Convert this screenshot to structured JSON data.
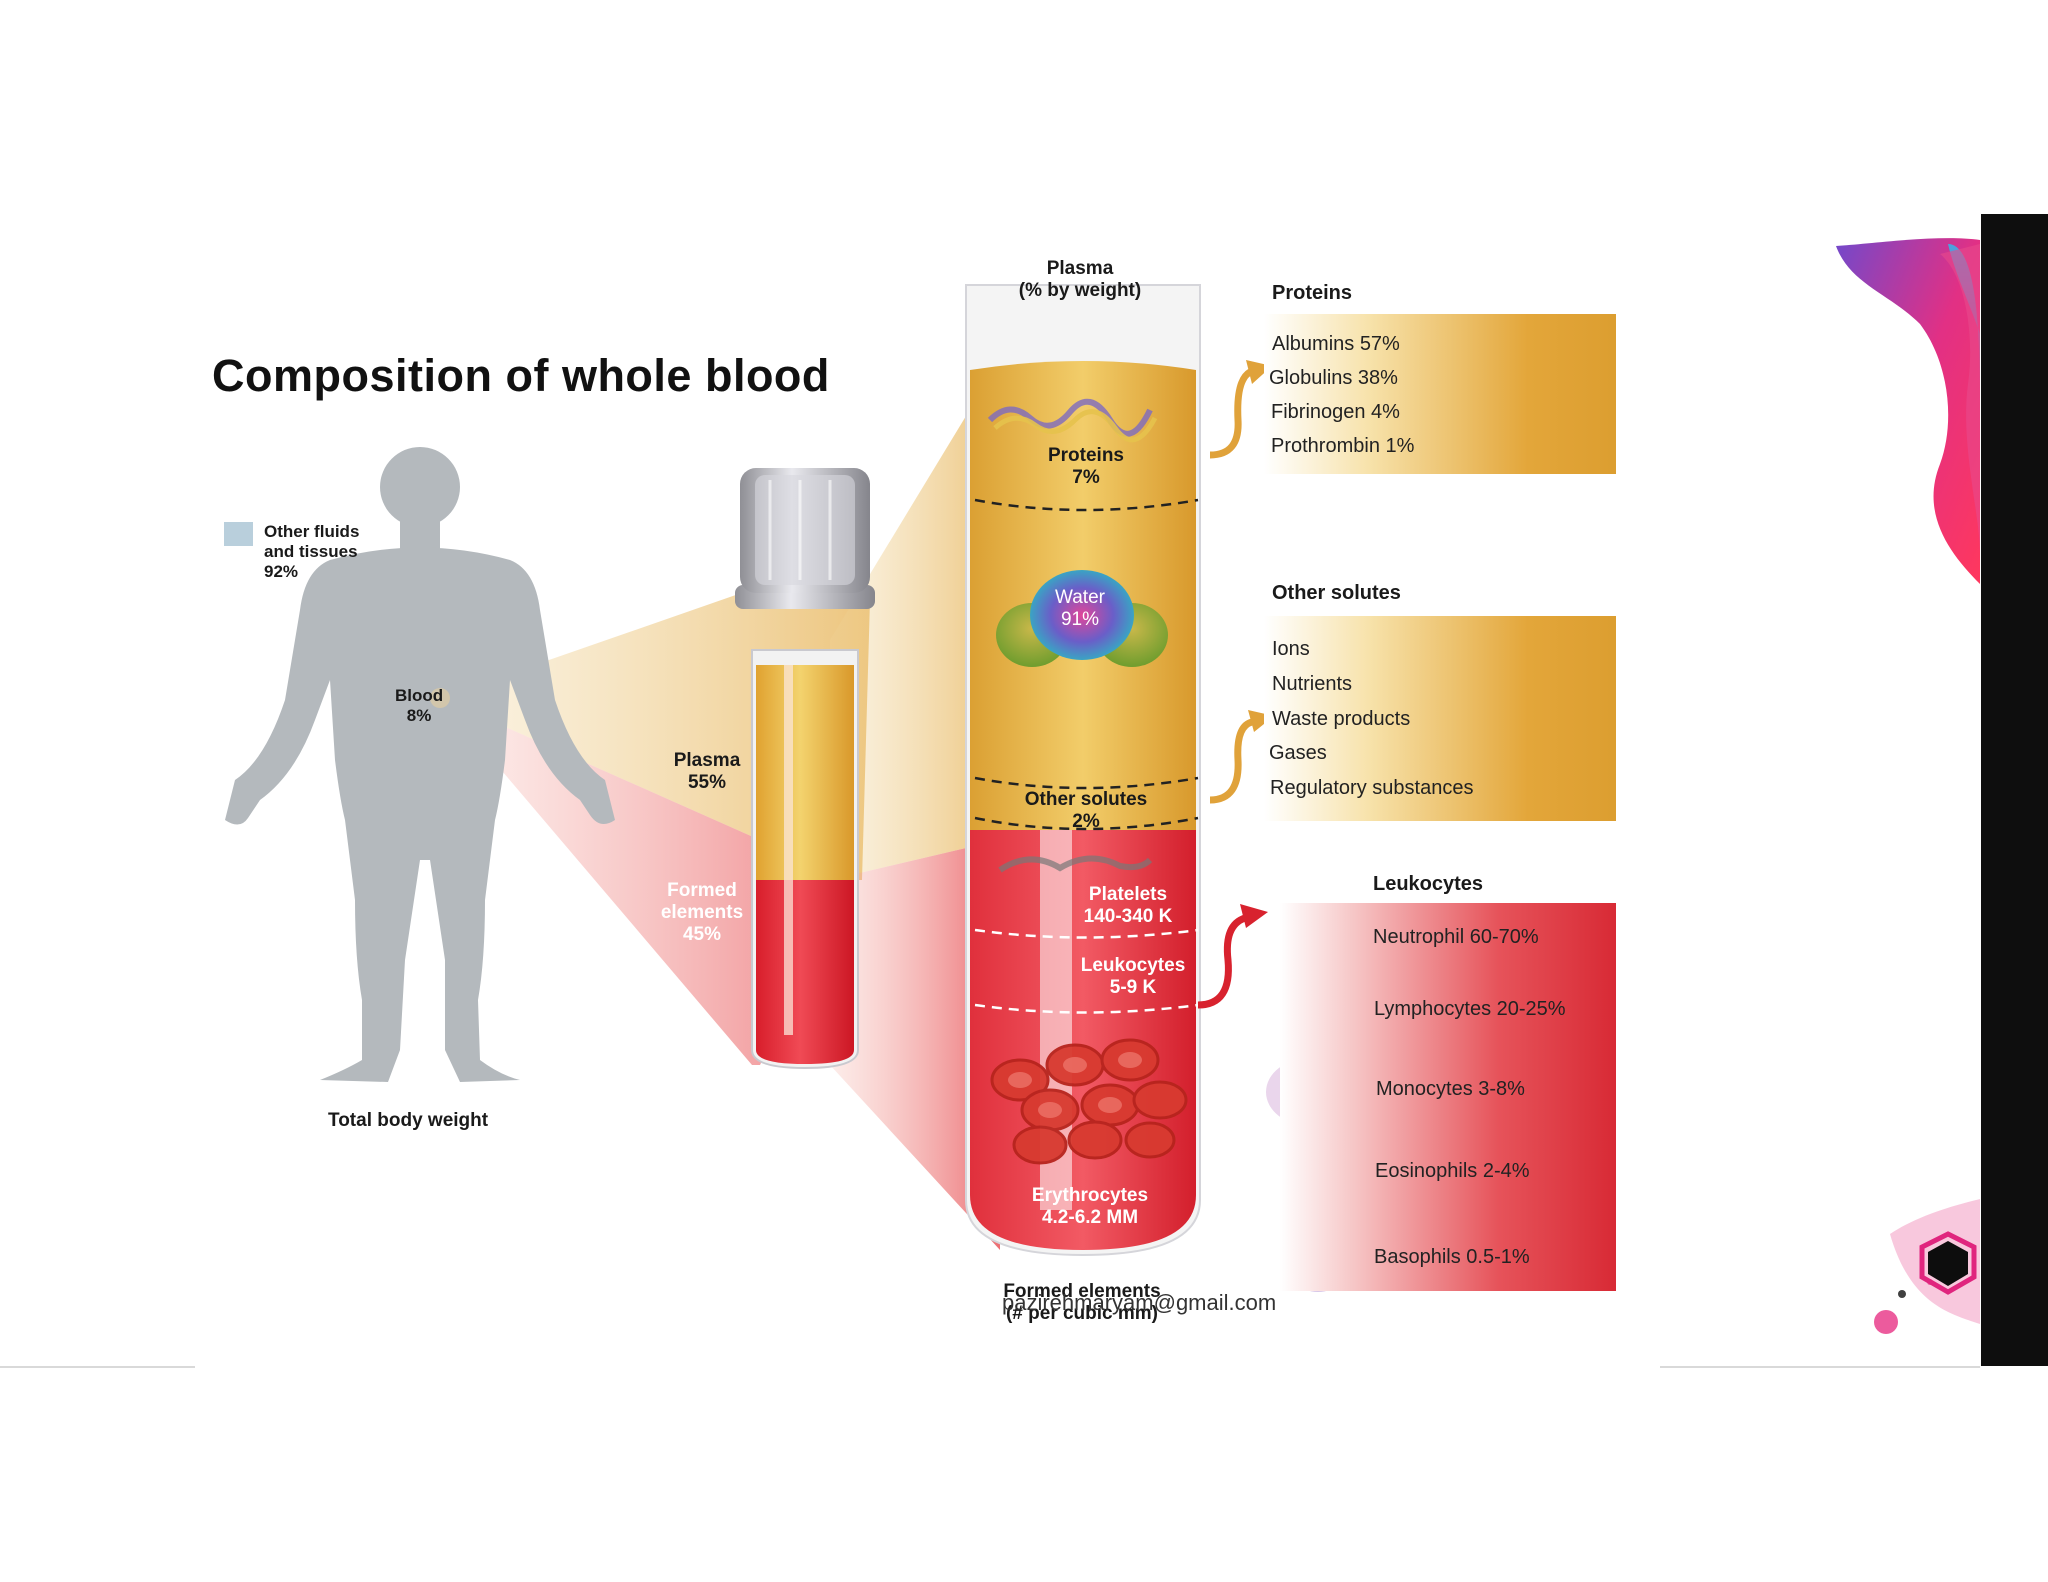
{
  "title": "Composition of whole blood",
  "body_figure": {
    "legend_other": "Other fluids\nand tissues\n92%",
    "blood_label": "Blood\n8%",
    "caption": "Total body weight"
  },
  "small_tube": {
    "plasma_label": "Plasma\n55%",
    "formed_label": "Formed\nelements\n45%"
  },
  "big_tube": {
    "top_label": "Plasma\n(% by weight)",
    "proteins_label": "Proteins\n7%",
    "water_label": "Water\n91%",
    "solutes_label": "Other solutes\n2%",
    "platelets_label": "Platelets\n140-340 K",
    "leukocytes_label": "Leukocytes\n5-9 K",
    "erythrocytes_label": "Erythrocytes\n4.2-6.2 MM",
    "bottom_label": "Formed elements\n(# per cubic mm)"
  },
  "proteins_panel": {
    "heading": "Proteins",
    "items": [
      "Albumins  57%",
      "Globulins 38%",
      "Fibrinogen 4%",
      "Prothrombin 1%"
    ]
  },
  "solutes_panel": {
    "heading": "Other solutes",
    "items": [
      "Ions",
      "Nutrients",
      "Waste products",
      "Gases",
      "Regulatory substances"
    ]
  },
  "leukocytes_panel": {
    "heading": "Leukocytes",
    "items": [
      "Neutrophil  60-70%",
      "Lymphocytes 20-25%",
      "Monocytes 3-8%",
      "Eosinophils 2-4%",
      "Basophils 0.5-1%"
    ]
  },
  "email": "pazirehmaryam@gmail.com",
  "colors": {
    "plasma": "#e2a93a",
    "blood": "#d8222e",
    "body": "#b3b9bd",
    "legend": "#b9cfdc"
  }
}
